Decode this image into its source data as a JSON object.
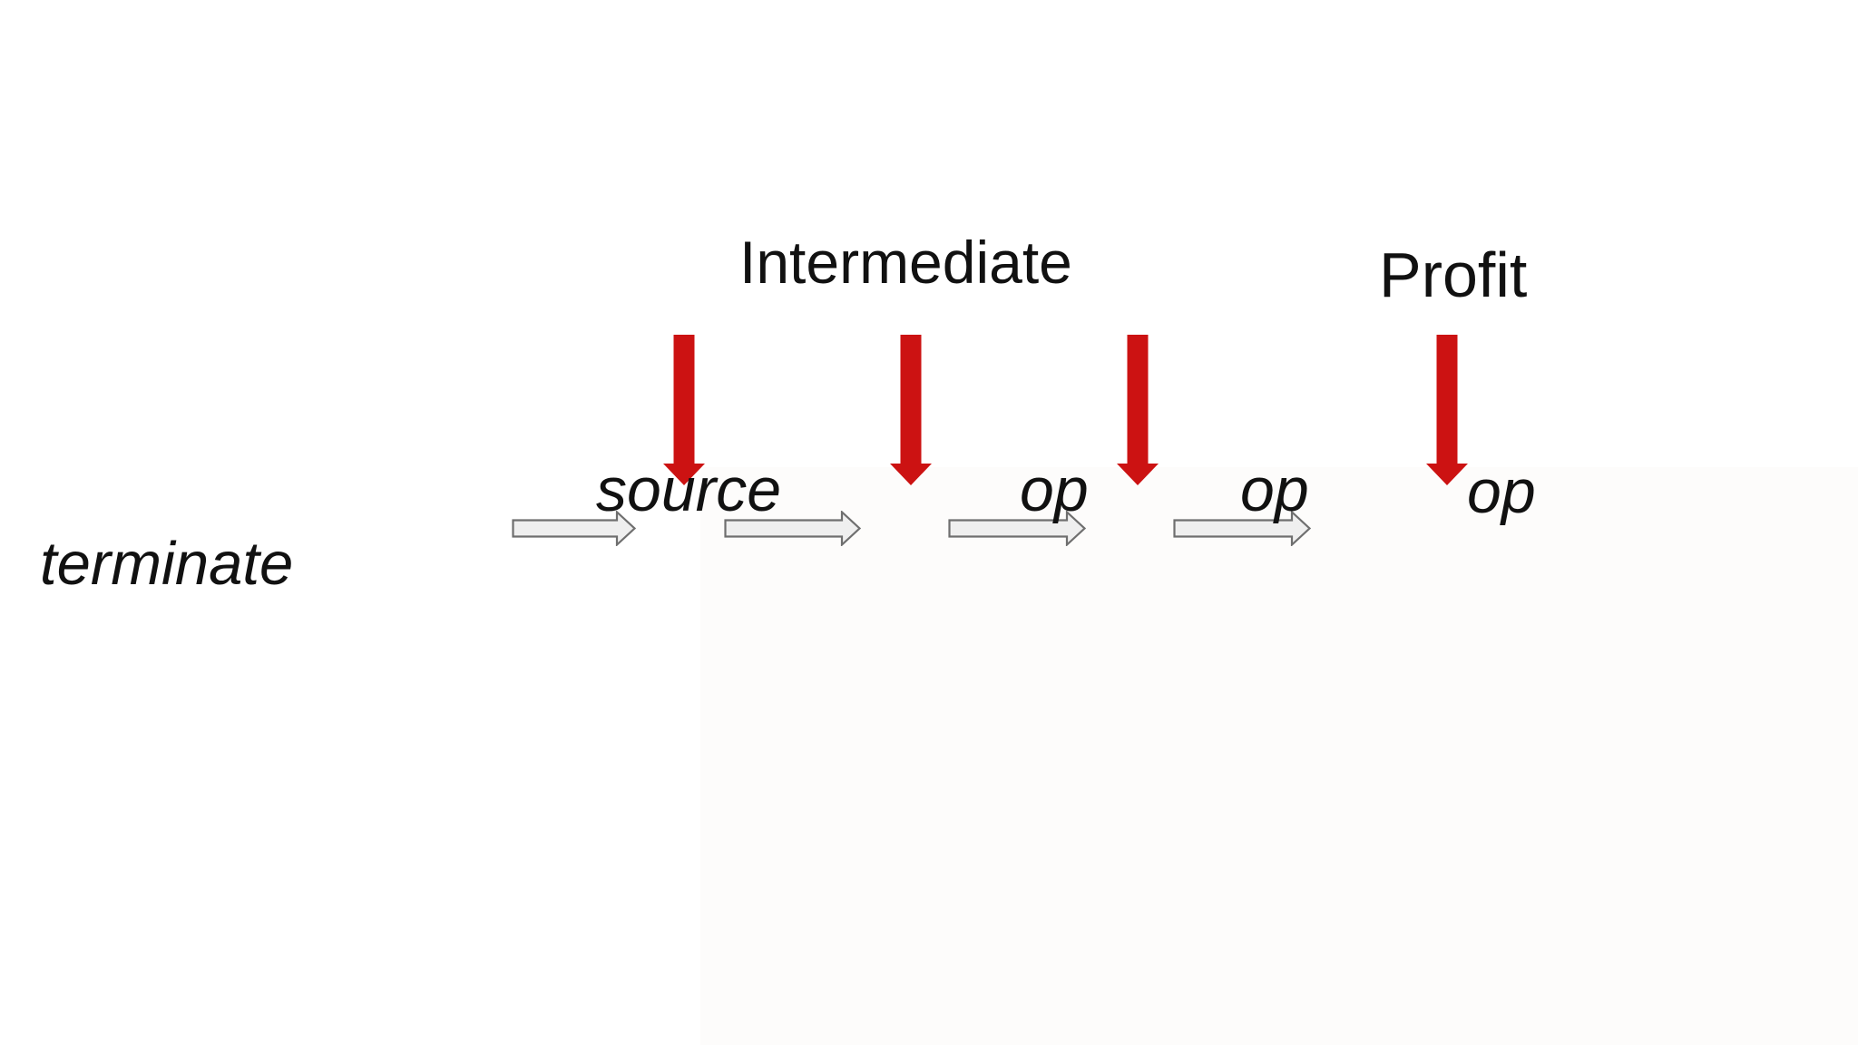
{
  "diagram": {
    "title_row": {
      "intermediate_label": "Intermediate",
      "profit_label": "Profit"
    },
    "pipeline_row": {
      "source_label": "source",
      "op1_label": "op",
      "op2_label": "op",
      "op3_label": "op"
    },
    "terminate_label": "terminate",
    "colors": {
      "background": "#ffffff",
      "shade": "#fdfcfb",
      "text": "#111111",
      "red_arrow": "#cc1212",
      "gray_arrow_fill": "#efefef",
      "gray_arrow_stroke": "#6f6f6f"
    }
  }
}
